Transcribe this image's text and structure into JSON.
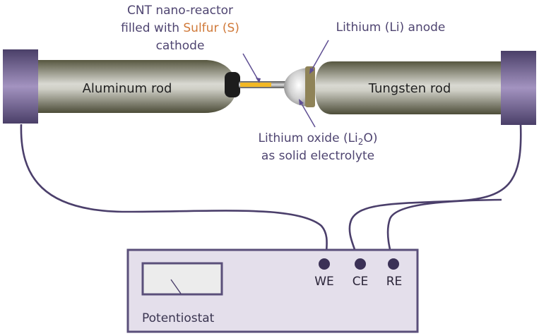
{
  "diagram": {
    "labels": {
      "cnt_line1": "CNT nano-reactor",
      "cnt_line2_prefix": "filled with ",
      "cnt_line2_highlight": "Sulfur (S)",
      "cnt_line3": "cathode",
      "anode": "Lithium (Li) anode",
      "oxide_line1_prefix": "Lithium oxide (Li",
      "oxide_line1_sub": "2",
      "oxide_line1_suffix": "O)",
      "oxide_line2": "as solid electrolyte"
    },
    "rods": {
      "left": "Aluminum rod",
      "right": "Tungsten rod"
    },
    "potentiostat": {
      "label": "Potentiostat",
      "terminals": [
        "WE",
        "CE",
        "RE"
      ]
    },
    "colors": {
      "text": "#4f4571",
      "sulfur_highlight": "#d07a3a",
      "wire": "#4b3f6b",
      "clamp": "#5e4f82",
      "potentiostat_fill": "#e4dfeb",
      "sulfur_fill": "#f2b824",
      "anode_band": "#8f8358"
    }
  }
}
